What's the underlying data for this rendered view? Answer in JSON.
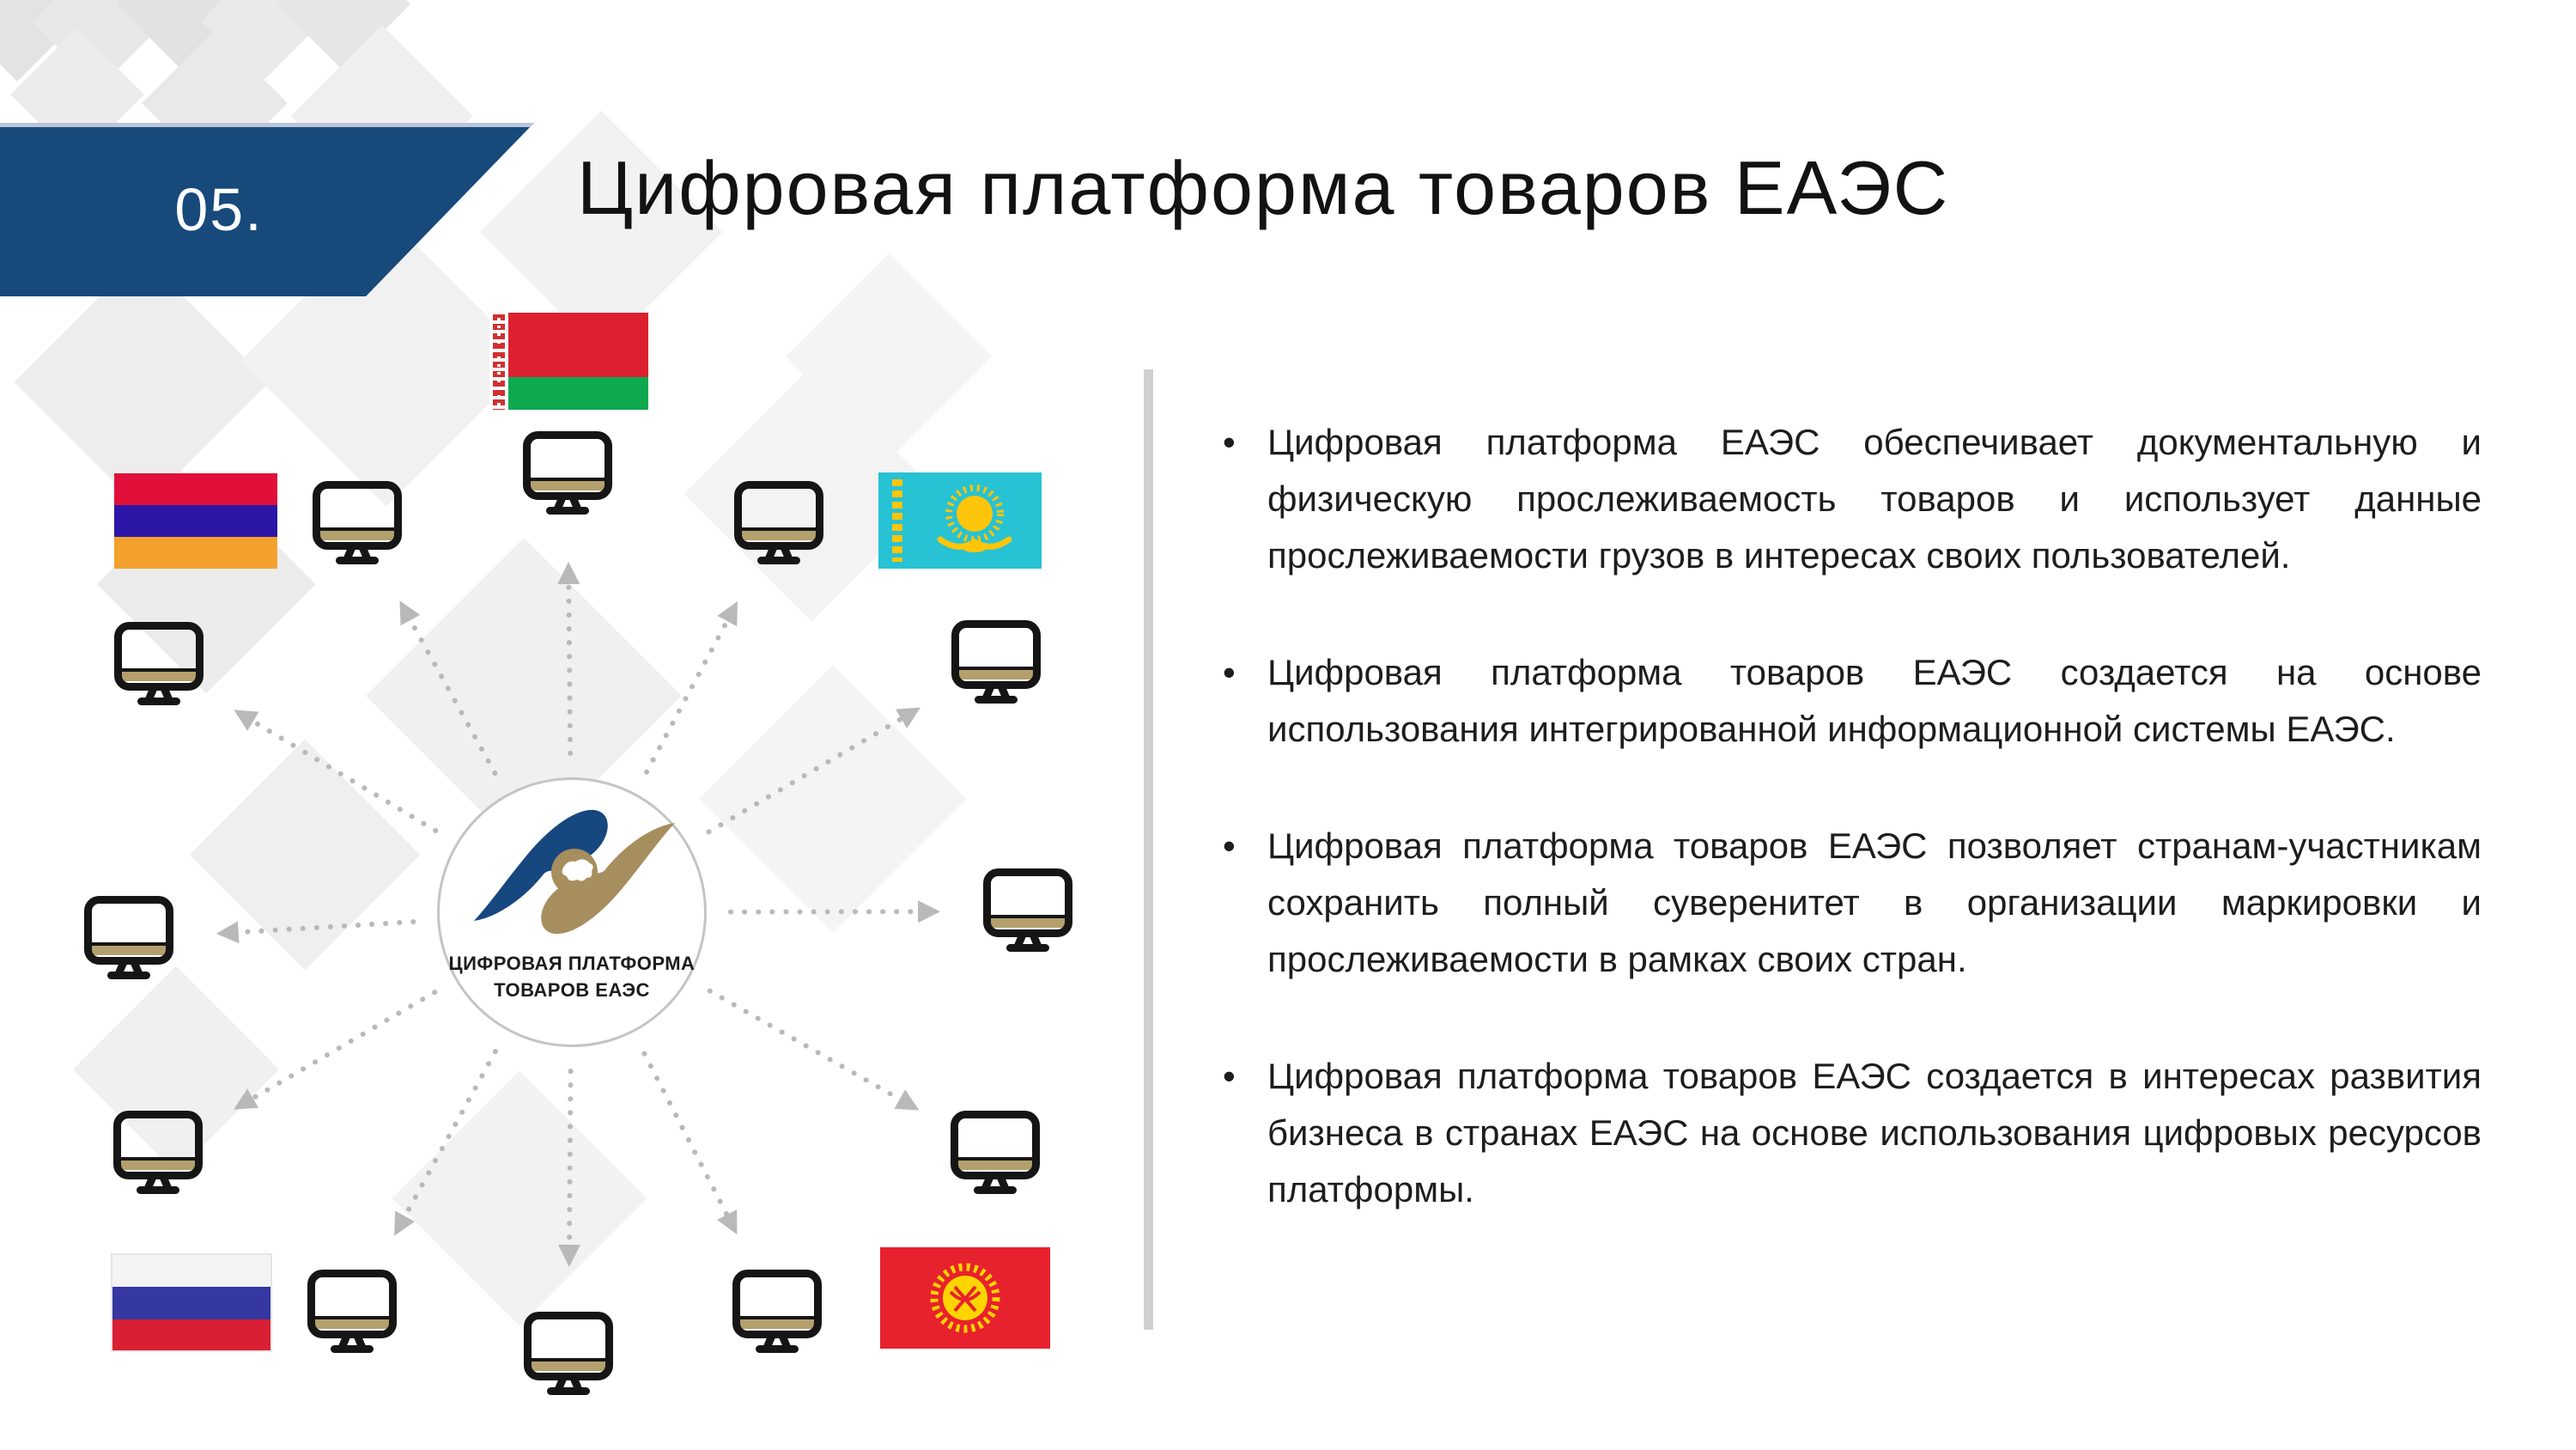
{
  "slide": {
    "number": "05.",
    "title": "Цифровая платформа товаров ЕАЭС"
  },
  "hub": {
    "label_line1": "ЦИФРОВАЯ ПЛАТФОРМА",
    "label_line2": "ТОВАРОВ ЕАЭС"
  },
  "bullets": [
    "Цифровая платформа ЕАЭС обеспечивает документальную и физическую прослеживаемость товаров и использует данные прослеживаемости грузов в интересах своих пользователей.",
    " Цифровая платформа товаров ЕАЭС создается на основе использования  интегрированной информационной системы ЕАЭС.",
    "Цифровая платформа товаров ЕАЭС позволяет странам-участникам сохранить полный суверенитет в организации маркировки и прослеживаемости в рамках своих стран.",
    "Цифровая платформа товаров ЕАЭС создается в интересах развития бизнеса в странах ЕАЭС на основе использования цифровых ресурсов платформы."
  ],
  "colors": {
    "banner": "#17497b",
    "banner_text": "#ffffff",
    "title_text": "#121212",
    "divider": "#d0d0d0",
    "arrow": "#b9b9b9",
    "monitor_outline": "#151515",
    "monitor_strip": "#b3a06d",
    "logo_blue": "#17477f",
    "logo_gold": "#a68e5e"
  },
  "flags": {
    "belarus": {
      "country": "Belarus",
      "red": "#dd2030",
      "green": "#0ca94f",
      "ornament": "#d03030",
      "white": "#ffffff"
    },
    "armenia": {
      "country": "Armenia",
      "red": "#e0103a",
      "blue": "#2b16a8",
      "orange": "#f2a12d"
    },
    "kazakhstan": {
      "country": "Kazakhstan",
      "teal": "#27c2d4",
      "yellow": "#fec50a"
    },
    "russia": {
      "country": "Russia",
      "white": "#f4f4f4",
      "blue": "#3438a0",
      "red": "#d91f34"
    },
    "kyrgyzstan": {
      "country": "Kyrgyzstan",
      "red": "#e8212e",
      "yellow": "#ffd400"
    }
  }
}
